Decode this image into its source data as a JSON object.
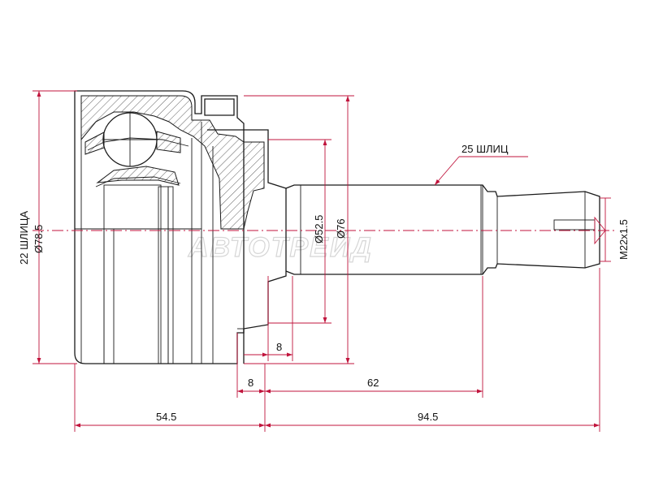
{
  "watermark": "АВТОТРЕЙД",
  "labels": {
    "splines_inner": "22 ШЛИЦА",
    "outer_diameter": "Ø78.5",
    "splines_shaft": "25 ШЛИЦ",
    "seat_diameter": "Ø52.5",
    "body_diameter": "Ø76",
    "thread": "M22x1.5",
    "seat_width": "8",
    "flange_width": "8",
    "shaft_to_thread": "62",
    "body_length": "54.5",
    "shaft_length": "94.5"
  },
  "colors": {
    "dimension": "#c0143c",
    "outline": "#1a1a1a",
    "watermark": "#d6d6d6"
  }
}
